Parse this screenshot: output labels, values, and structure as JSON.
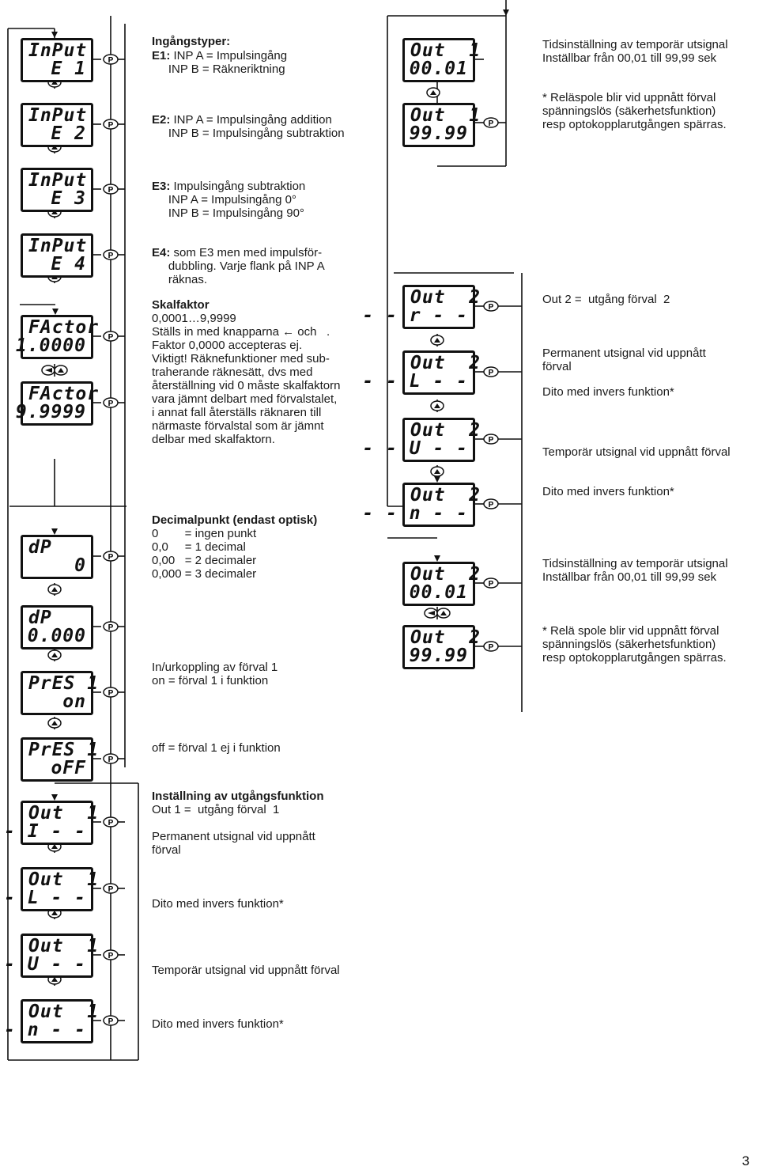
{
  "left_displays": [
    {
      "line1": "InPut",
      "line2": "E 1"
    },
    {
      "line1": "InPut",
      "line2": "E 2"
    },
    {
      "line1": "InPut",
      "line2": "E 3"
    },
    {
      "line1": "InPut",
      "line2": "E 4"
    },
    {
      "line1": "FActor",
      "line2": "1.0000"
    },
    {
      "line1": "FActor",
      "line2": "9.9999"
    },
    {
      "line1": "dP",
      "line2": "0"
    },
    {
      "line1": "dP",
      "line2": "0.000"
    },
    {
      "line1": "PrES 1",
      "line2": "on"
    },
    {
      "line1": "PrES 1",
      "line2": "oFF"
    },
    {
      "line1": "Out  1",
      "line2": "- - I - -"
    },
    {
      "line1": "Out  1",
      "line2": "- - L - -"
    },
    {
      "line1": "Out  1",
      "line2": "- - U - -"
    },
    {
      "line1": "Out  1",
      "line2": "- - n - -"
    }
  ],
  "right_displays": [
    {
      "line1": "Out  1",
      "line2": "00.01"
    },
    {
      "line1": "Out  1",
      "line2": "99.99"
    },
    {
      "line1": "Out  2",
      "line2": "- - r - -"
    },
    {
      "line1": "Out  2",
      "line2": "- - L - -"
    },
    {
      "line1": "Out  2",
      "line2": "- - U - -"
    },
    {
      "line1": "Out  2",
      "line2": "- - n - -"
    },
    {
      "line1": "Out  2",
      "line2": "00.01"
    },
    {
      "line1": "Out  2",
      "line2": "99.99"
    }
  ],
  "keys": {
    "p": "P"
  },
  "left_texts": [
    {
      "bold": "Ingångstyper:",
      "lines": []
    },
    {
      "bold": "E1:",
      "lines": [
        " INP A = Impulsingång",
        "     INP B = Räkneriktning"
      ]
    },
    {
      "bold": "E2:",
      "lines": [
        " INP A = Impulsingång addition",
        "     INP B = Impulsingång subtraktion"
      ]
    },
    {
      "bold": "E3:",
      "lines": [
        " Impulsingång subtraktion",
        "     INP A = Impulsingång 0°",
        "     INP B = Impulsingång 90°"
      ]
    },
    {
      "bold": "E4:",
      "lines": [
        " som E3 men med impulsför-",
        "     dubbling. Varje flank på INP A",
        "     räknas."
      ]
    }
  ],
  "skalfaktor": {
    "title": "Skalfaktor",
    "lines": [
      "0,0001…9,9999",
      "Ställs in med knapparna ← och   .",
      "Faktor 0,0000 accepteras ej.",
      "Viktigt! Räknefunktioner med sub-",
      "traherande räknesätt, dvs med",
      "återställning vid 0 måste skalfaktorn",
      "vara jämnt delbart med förvalstalet,",
      "i annat fall återställs räknaren till",
      "närmaste förvalstal som är jämnt",
      "delbar med skalfaktorn."
    ]
  },
  "decimal": {
    "title": "Decimalpunkt (endast optisk)",
    "lines": [
      "0        = ingen punkt",
      "0,0     = 1 decimal",
      "0,00   = 2 decimaler",
      "0,000 = 3 decimaler"
    ]
  },
  "preset": {
    "on": [
      "In/urkoppling av förval 1",
      "on = förval 1 i funktion"
    ],
    "off": "off = förval 1 ej i funktion"
  },
  "output": {
    "title": "Inställning av utgångsfunktion",
    "out1": "Out 1 =  utgång förval  1",
    "perm": [
      "Permanent utsignal vid uppnått",
      "förval"
    ],
    "inv": "Dito med invers funktion*",
    "temp": "Temporär utsignal vid uppnått förval",
    "inv2": "Dito med invers funktion*"
  },
  "right_texts": {
    "tid1": [
      "Tidsinställning av temporär utsignal",
      "Inställbar från 00,01 till 99,99 sek"
    ],
    "rele1": [
      "* Reläspole blir vid uppnått förval",
      "spänningslös (säkerhetsfunktion)",
      "resp optokopplarutgången spärras."
    ],
    "out2": "Out 2 =  utgång förval  2",
    "perm": [
      "Permanent utsignal vid uppnått",
      "förval"
    ],
    "inv": "Dito med invers funktion*",
    "temp": "Temporär utsignal vid uppnått förval",
    "inv2": "Dito med invers funktion*",
    "tid2": [
      "Tidsinställning av temporär utsignal",
      "Inställbar från 00,01 till 99,99 sek"
    ],
    "rele2": [
      "* Relä spole blir vid uppnått förval",
      "spänningslös (säkerhetsfunktion)",
      "resp optokopplarutgången spärras."
    ]
  },
  "page_number": "3"
}
